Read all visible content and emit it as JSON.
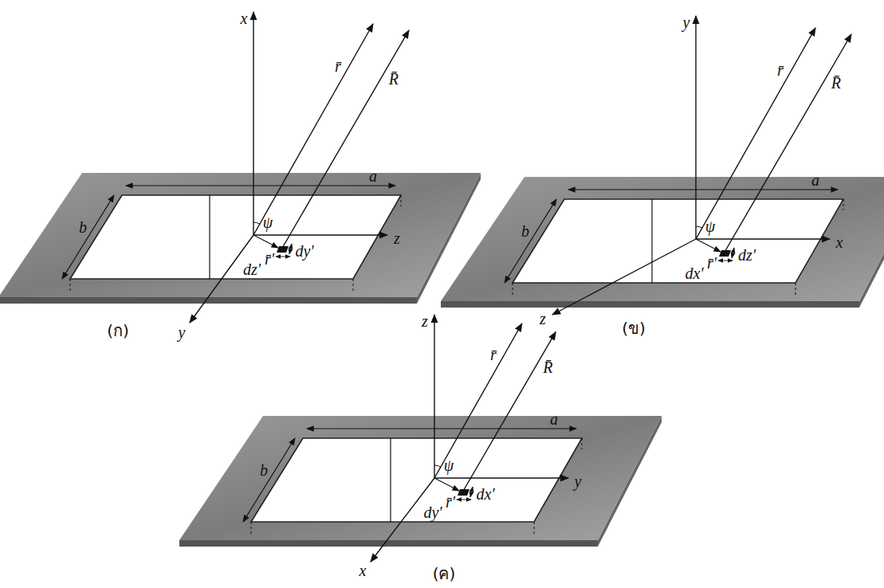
{
  "diagram": {
    "labels": [
      "x",
      "r̄",
      "R̄",
      "a",
      "b",
      "ψ",
      "z",
      "r̄'",
      "dy'",
      "dz'",
      "y",
      "(ก)",
      "y",
      "r̄",
      "R̄",
      "a",
      "b",
      "ψ",
      "x",
      "r̄'",
      "dz'",
      "dx'",
      "z",
      "(ข)",
      "z",
      "r̄",
      "R̄",
      "a",
      "b",
      "ψ",
      "y",
      "r̄'",
      "dx'",
      "dy'",
      "x",
      "(ค)"
    ]
  }
}
